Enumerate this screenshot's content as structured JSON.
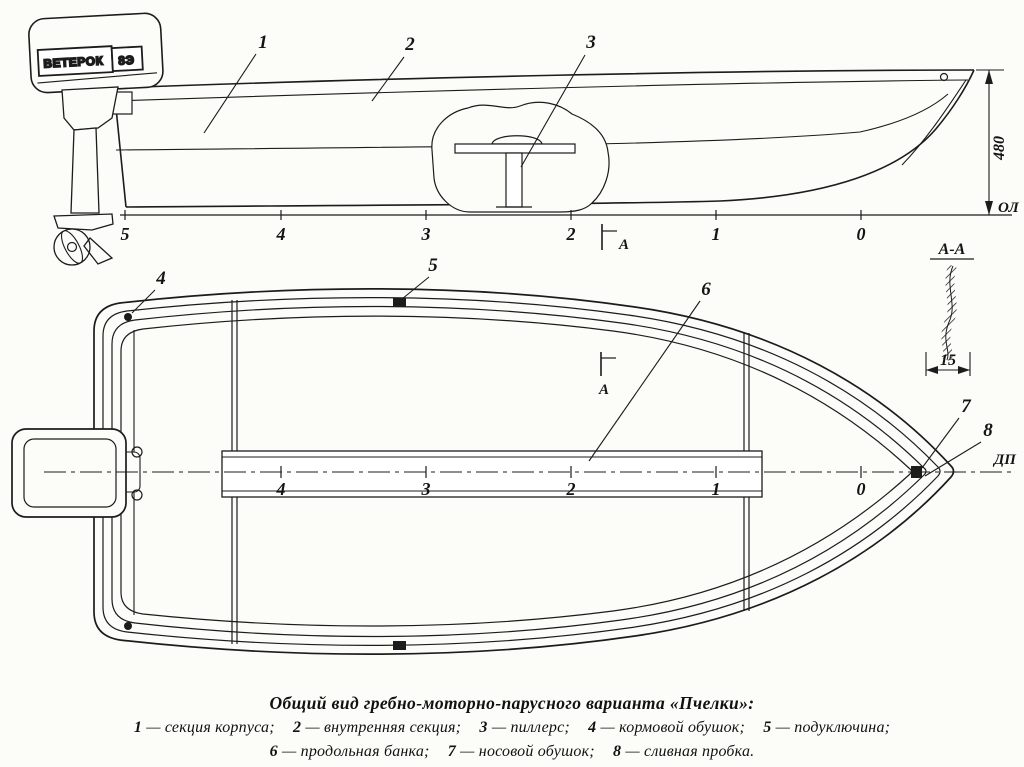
{
  "caption": {
    "title": "Общий вид гребно-моторно-парусного варианта «Пчелки»:",
    "items": [
      {
        "num": "1",
        "rest": " — секция корпуса;"
      },
      {
        "num": "2",
        "rest": " — внутренняя секция;"
      },
      {
        "num": "3",
        "rest": " — пиллерс;"
      },
      {
        "num": "4",
        "rest": " — кормовой обушок;"
      },
      {
        "num": "5",
        "rest": " — подуключина;"
      },
      {
        "num": "6",
        "rest": " — продольная банка;"
      },
      {
        "num": "7",
        "rest": " — носовой обушок;"
      },
      {
        "num": "8",
        "rest": " — сливная пробка."
      }
    ]
  },
  "side_view": {
    "motor_brand": "ВЕТЕРОК",
    "motor_model": "8Э",
    "callout_1": "1",
    "callout_2": "2",
    "callout_3": "3",
    "stations": [
      "5",
      "4",
      "3",
      "2",
      "1",
      "0"
    ],
    "height_dimension": "480",
    "baseline_label": "ОЛ",
    "section_marker": "А"
  },
  "plan_view": {
    "callout_4": "4",
    "callout_5": "5",
    "callout_6": "6",
    "callout_7": "7",
    "callout_8": "8",
    "stations": [
      "4",
      "3",
      "2",
      "1",
      "0"
    ],
    "centerline_label": "ДП",
    "section_marker": "А"
  },
  "section_aa": {
    "label": "А-А",
    "width_dimension": "15"
  }
}
